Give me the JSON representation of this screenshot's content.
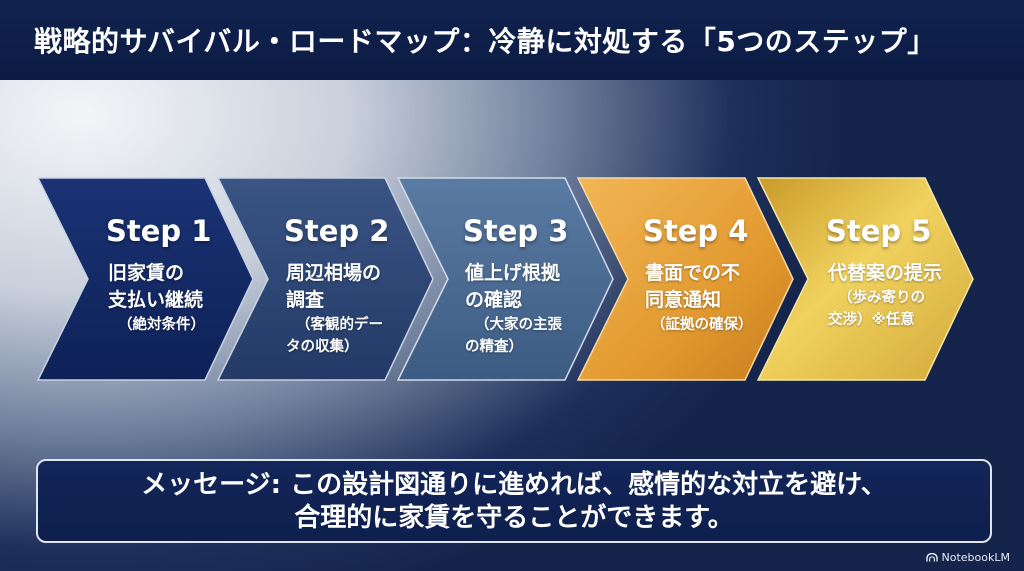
{
  "header": {
    "title": "戦略的サバイバル・ロードマップ：冷静に対処する「5つのステップ」"
  },
  "steps": [
    {
      "label": "Step 1",
      "main": [
        "旧家賃の",
        "支払い継続"
      ],
      "sub": [
        "（絶対条件）"
      ]
    },
    {
      "label": "Step 2",
      "main": [
        "周辺相場の",
        "調査"
      ],
      "sub": [
        "（客観的デー",
        "タの収集）"
      ]
    },
    {
      "label": "Step 3",
      "main": [
        "値上げ根拠",
        "の確認"
      ],
      "sub": [
        "（大家の主張",
        "の精査）"
      ]
    },
    {
      "label": "Step 4",
      "main": [
        "書面での不",
        "同意通知"
      ],
      "sub": [
        "（証拠の確保）"
      ]
    },
    {
      "label": "Step 5",
      "main": [
        "代替案の提示"
      ],
      "sub": [
        "（歩み寄りの",
        "交渉）※任意"
      ]
    }
  ],
  "message": {
    "line1": "メッセージ: この設計図通りに進めれば、感情的な対立を避け、",
    "line2": "合理的に家賃を守ることができます。"
  },
  "brand": {
    "name": "NotebookLM",
    "icon": "notebooklm-logo-icon"
  },
  "colors": {
    "header_bg": "#0c1c44",
    "step1": "#142a66",
    "step2": "#2d4675",
    "step3": "#4a6a92",
    "step4": "#e9a43a",
    "step5": "#e7c447"
  }
}
